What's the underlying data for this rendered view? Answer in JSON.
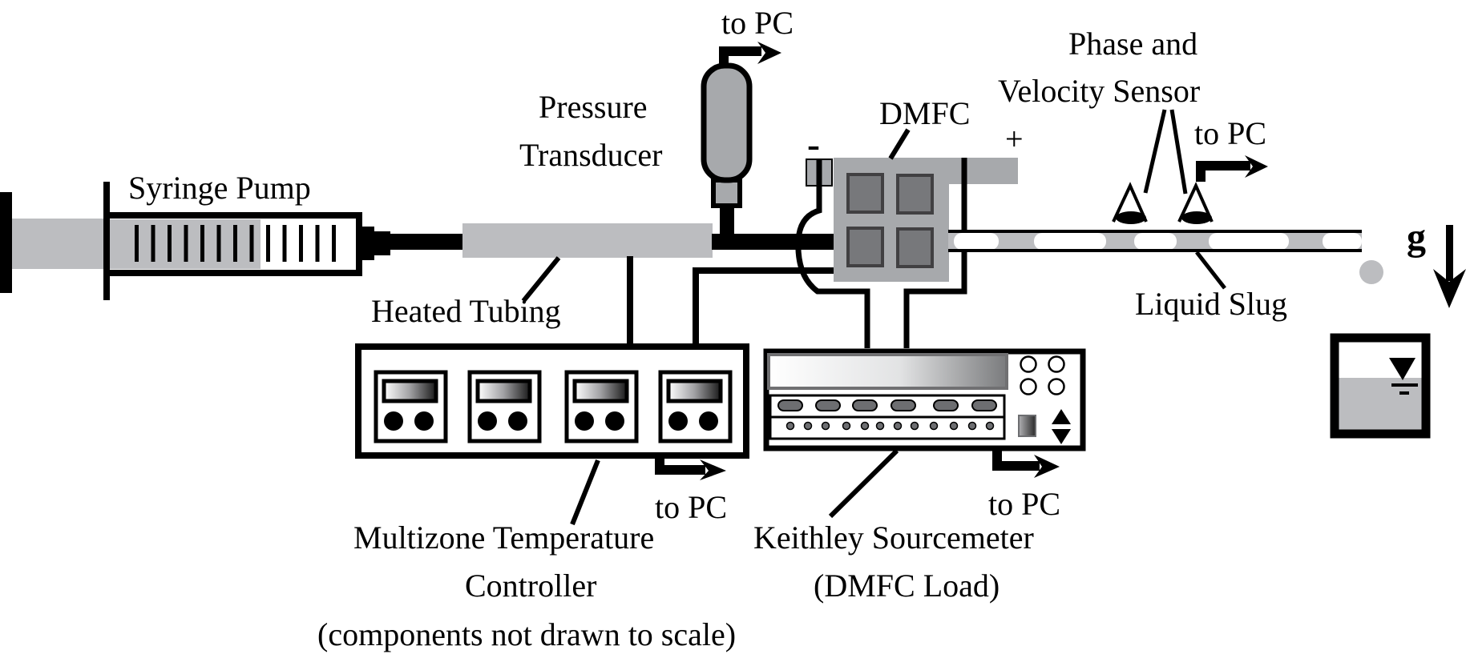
{
  "figure": {
    "caption_note": "(components not drawn to scale)"
  },
  "labels": {
    "syringe_pump": "Syringe Pump",
    "heated_tubing": "Heated Tubing",
    "pressure_transducer_line1": "Pressure",
    "pressure_transducer_line2": "Transducer",
    "pressure_to_pc": "to PC",
    "dmfc": "DMFC",
    "minus": "-",
    "plus": "+",
    "sensor_line1": "Phase and",
    "sensor_line2": "Velocity Sensor",
    "sensor_to_pc": "to PC",
    "gravity": "g",
    "liquid_slug": "Liquid Slug",
    "temp_controller_line1": "Multizone Temperature",
    "temp_controller_line2": "Controller",
    "temp_to_pc": "to PC",
    "keithley_line1": "Keithley Sourcemeter",
    "keithley_line2": "(DMFC Load)",
    "keithley_to_pc": "to PC"
  },
  "components": {
    "temperature_zones": 4,
    "keithley_buttons_top_row": 6,
    "keithley_indicator_dots": 12,
    "keithley_round_knobs": 4,
    "dmfc_cells": 4,
    "syringe_ticks_filled": 8,
    "syringe_ticks_empty": 5
  },
  "colors": {
    "ink": "#000000",
    "fluid_gray": "#bcbdc0",
    "dmfc_body": "#a7a9ac",
    "dmfc_cell": "#77787b",
    "button_gray": "#6d6e71"
  }
}
